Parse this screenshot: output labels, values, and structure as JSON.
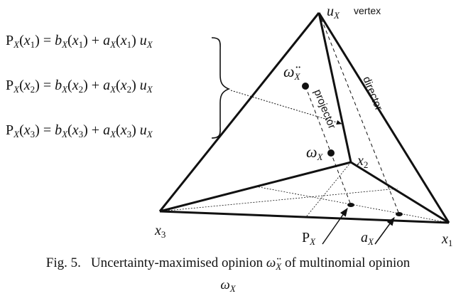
{
  "equations": [
    {
      "P": "P",
      "Xs": "X",
      "open": "(",
      "x": "x",
      "i": "1",
      "close": ")",
      "eq": " = ",
      "b": "b",
      "plus": " + ",
      "a": "a",
      "u": "u"
    },
    {
      "P": "P",
      "Xs": "X",
      "open": "(",
      "x": "x",
      "i": "2",
      "close": ")",
      "eq": " = ",
      "b": "b",
      "plus": " + ",
      "a": "a",
      "u": "u"
    },
    {
      "P": "P",
      "Xs": "X",
      "open": "(",
      "x": "x",
      "i": "3",
      "close": ")",
      "eq": " = ",
      "b": "b",
      "plus": " + ",
      "a": "a",
      "u": "u"
    }
  ],
  "labels": {
    "vertex_u": "u",
    "vertex_u_sub": "X",
    "vertex_word": "vertex",
    "x1": "x",
    "x1_sub": "1",
    "x2": "x",
    "x2_sub": "2",
    "x3": "x",
    "x3_sub": "3",
    "omega": "ω",
    "omega_sub": "X",
    "omega_dd": "ω̈",
    "omega_dd_sub": "X",
    "projector": "projector",
    "director": "director",
    "P_label": "P",
    "P_sub": "X",
    "a_label": "a",
    "a_sub": "X"
  },
  "caption": {
    "label": "Fig. 5.",
    "text_before": "Uncertainty-maximised opinion ",
    "omega_dd": "ω̈",
    "omega_dd_sub": "X",
    "text_after": " of multinomial opinion",
    "omega": "ω",
    "omega_sub": "X"
  }
}
